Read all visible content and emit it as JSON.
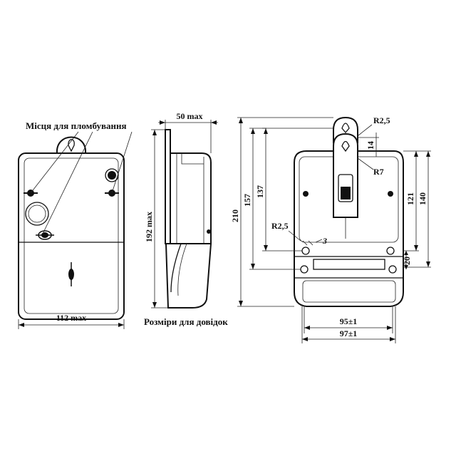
{
  "labels": {
    "seal_places": "Місця для пломбування",
    "dims_reference": "Розміри для довідок",
    "item_3": "3"
  },
  "dimensions": {
    "width_front": "112 max",
    "depth_side": "50 max",
    "height_side": "192 max",
    "total_height": "210",
    "d157": "157",
    "d137": "137",
    "d121": "121",
    "d140": "140",
    "d14": "14",
    "d20": "20",
    "r25_top": "R2,5",
    "r7": "R7",
    "r25_left": "R2,5",
    "d95": "95±1",
    "d97": "97±1"
  }
}
